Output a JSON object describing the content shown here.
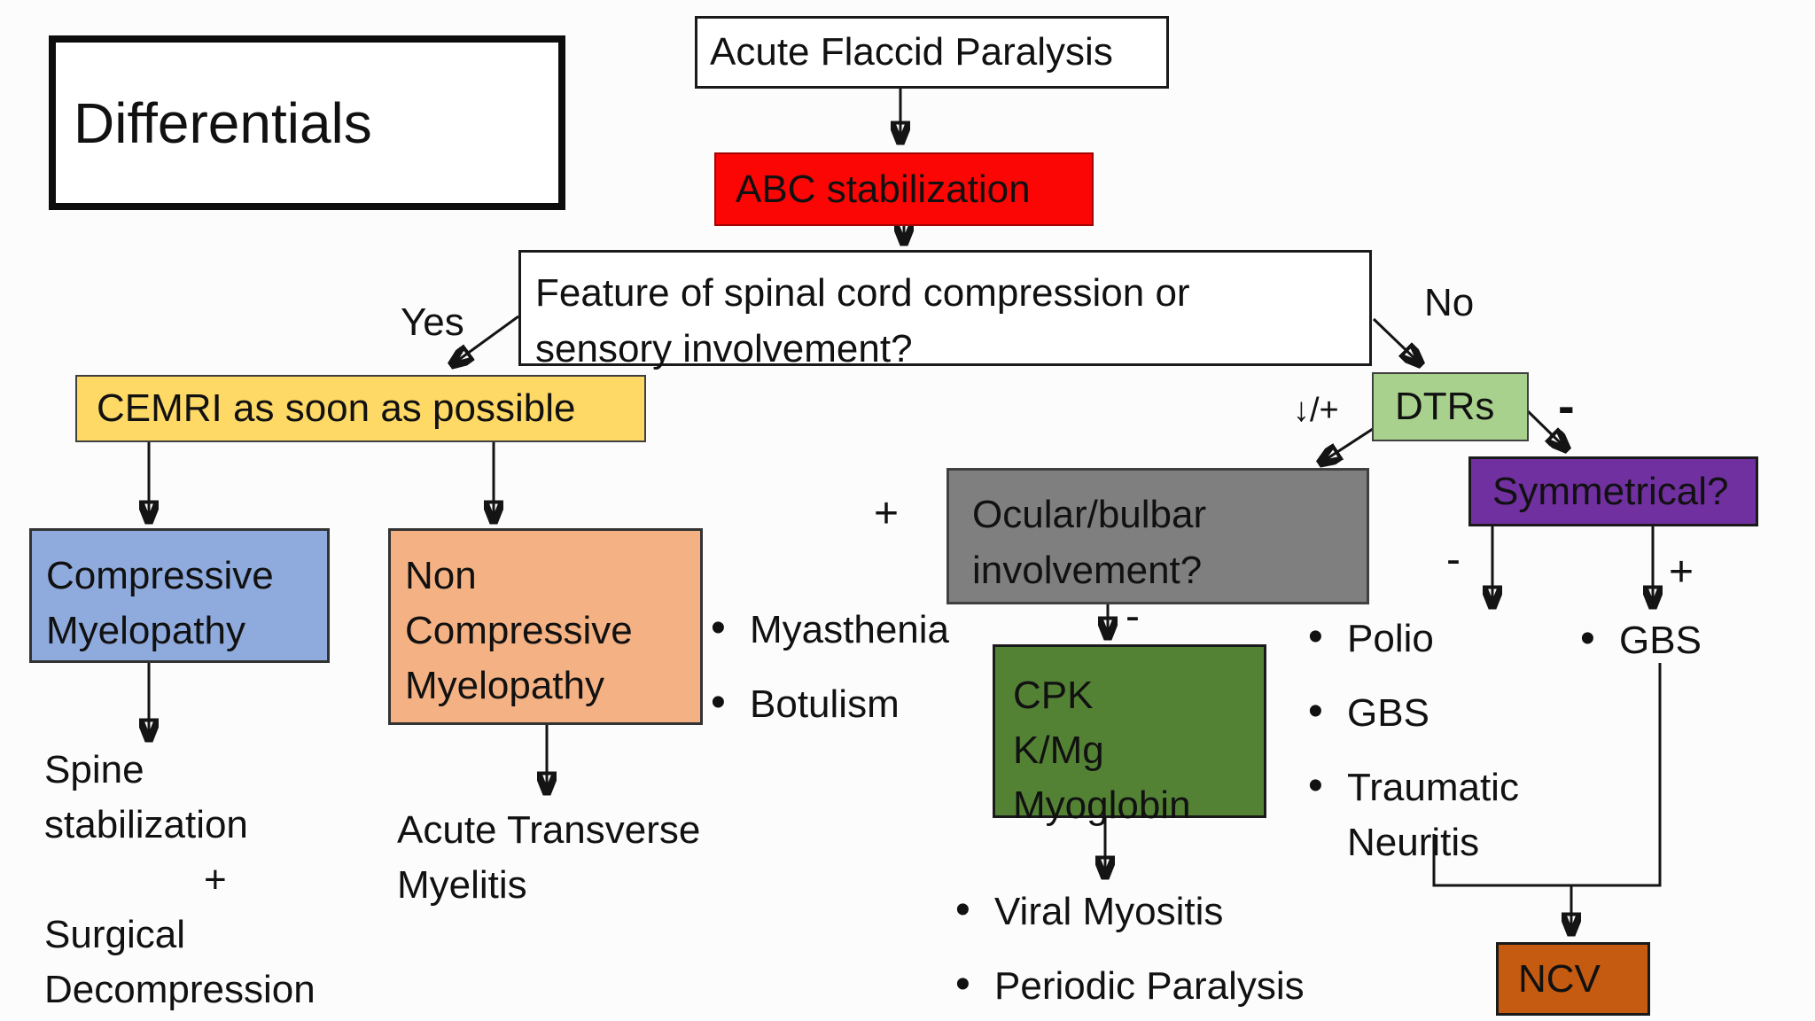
{
  "slide": {
    "title": "Differentials"
  },
  "boxes": {
    "afp": {
      "label": "Acute Flaccid Paralysis",
      "color": "#ffffff"
    },
    "abc": {
      "label": "ABC stabilization",
      "color": "#fb0505"
    },
    "question": {
      "line1": "Feature of spinal cord compression or",
      "line2": "sensory involvement?",
      "color": "#ffffff"
    },
    "cemri": {
      "label": "CEMRI as soon as possible",
      "color": "#ffd966"
    },
    "dtrs": {
      "label": "DTRs",
      "color": "#a9d18e"
    },
    "ocular": {
      "line1": "Ocular/bulbar",
      "line2": "involvement?",
      "color": "#7f7f7f"
    },
    "symmetrical": {
      "label": "Symmetrical?",
      "color": "#7030a0"
    },
    "compressive": {
      "line1": "Compressive",
      "line2": "Myelopathy",
      "color": "#8faadc"
    },
    "non_compressive": {
      "line1": "Non",
      "line2": "Compressive",
      "line3": "Myelopathy",
      "color": "#f4b183"
    },
    "labs": {
      "line1": "CPK",
      "line2": "K/Mg",
      "line3": "Myoglobin",
      "color": "#548235"
    },
    "ncv": {
      "label": "NCV",
      "color": "#c55a11"
    }
  },
  "edge_labels": {
    "yes": "Yes",
    "no": "No",
    "dtrs_decreased_or_plus": "↓/+",
    "dtrs_minus": "-",
    "ocular_positive": "+",
    "ocular_negative": "-",
    "symmetrical_negative": "-",
    "symmetrical_positive": "+"
  },
  "lists": {
    "ocular_positive_ddx": [
      "Myasthenia",
      "Botulism"
    ],
    "labs_ddx": [
      "Viral Myositis",
      "Periodic Paralysis"
    ],
    "symmetrical_negative_ddx": [
      "Polio",
      "GBS",
      "Traumatic Neuritis"
    ],
    "symmetrical_positive_ddx": [
      "GBS"
    ]
  },
  "outcomes": {
    "compressive_plan": [
      "Spine",
      "stabilization",
      "+",
      "Surgical",
      "Decompression"
    ],
    "non_compressive_dx": [
      "Acute Transverse",
      "Myelitis"
    ]
  }
}
